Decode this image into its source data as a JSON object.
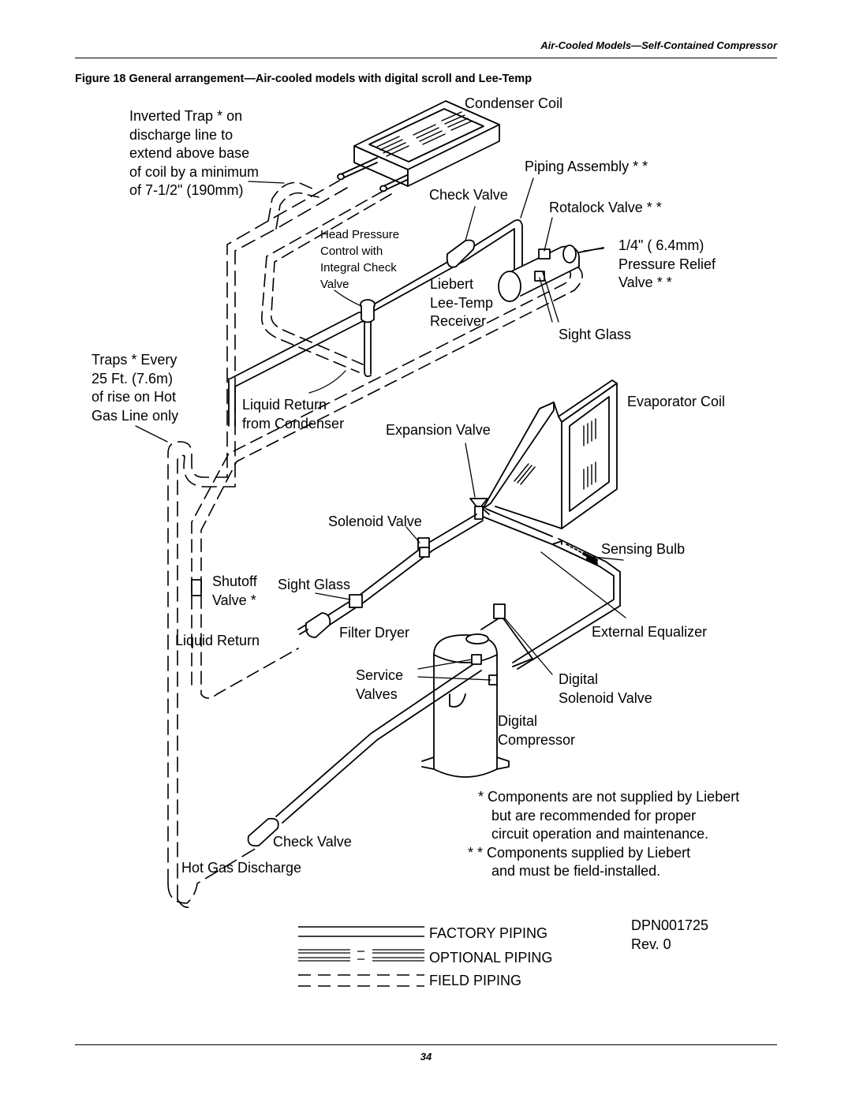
{
  "header": {
    "section": "Air-Cooled Models—Self-Contained Compressor"
  },
  "figure": {
    "title": "Figure 18  General arrangement—Air-cooled models with digital scroll and Lee-Temp"
  },
  "labels": {
    "inverted_trap": [
      "Inverted Trap * on",
      "discharge line to",
      "extend above base",
      "of coil by a minimum",
      "of 7-1/2\" (190mm)"
    ],
    "condenser_coil": "Condenser Coil",
    "piping_assembly": "Piping Assembly * *",
    "check_valve_top": "Check Valve",
    "rotalock_valve": "Rotalock Valve * *",
    "head_pressure": [
      "Head Pressure",
      "Control with",
      "Integral Check",
      "Valve"
    ],
    "pressure_relief": [
      "1/4\" ( 6.4mm)",
      "Pressure Relief",
      "Valve * *"
    ],
    "receiver": [
      "Liebert",
      "Lee-Temp",
      "Receiver"
    ],
    "sight_glass_top": "Sight Glass",
    "traps": [
      "Traps * Every",
      "25 Ft. (7.6m)",
      "of rise on Hot",
      "Gas Line only"
    ],
    "liquid_return_condenser": [
      "Liquid Return",
      "from Condenser"
    ],
    "evaporator_coil": "Evaporator Coil",
    "expansion_valve": "Expansion Valve",
    "solenoid_valve": "Solenoid Valve",
    "sensing_bulb": "Sensing Bulb",
    "shutoff_valve": [
      "Shutoff",
      "Valve *"
    ],
    "sight_glass_mid": "Sight Glass",
    "liquid_return": "Liquid Return",
    "filter_dryer": "Filter Dryer",
    "external_equalizer": "External Equalizer",
    "service_valves": [
      "Service",
      "Valves"
    ],
    "digital_solenoid": [
      "Digital",
      "Solenoid Valve"
    ],
    "digital_compressor": [
      "Digital",
      "Compressor"
    ],
    "check_valve_bottom": "Check Valve",
    "hot_gas_discharge": "Hot Gas Discharge"
  },
  "notes": [
    "* Components are not supplied by Liebert",
    "but are recommended for proper",
    "circuit operation and maintenance.",
    "* * Components supplied by Liebert",
    "and must be field-installed."
  ],
  "legend": {
    "factory": "FACTORY PIPING",
    "optional": "OPTIONAL PIPING",
    "field": "FIELD PIPING"
  },
  "doc_number": [
    "DPN001725",
    "Rev. 0"
  ],
  "page_number": "34"
}
